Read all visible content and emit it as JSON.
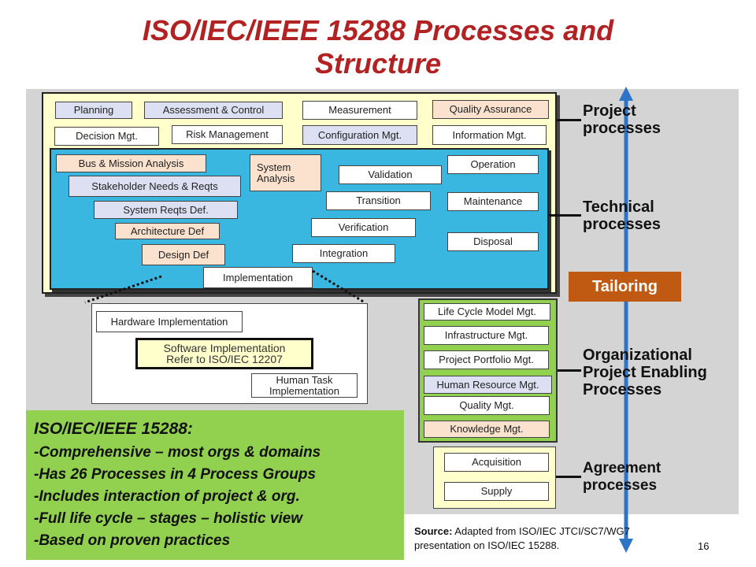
{
  "title": {
    "line1": "ISO/IEC/IEEE 15288 Processes and",
    "line2": "Structure"
  },
  "project": {
    "items": [
      "Planning",
      "Assessment & Control",
      "Measurement",
      "Quality Assurance",
      "Decision Mgt.",
      "Risk Management",
      "Configuration Mgt.",
      "Information Mgt."
    ]
  },
  "technical": {
    "items": [
      "Bus & Mission Analysis",
      "Stakeholder Needs & Reqts",
      "System Reqts Def.",
      "Architecture Def",
      "Design Def",
      "System\nAnalysis",
      "Validation",
      "Transition",
      "Verification",
      "Integration",
      "Implementation",
      "Operation",
      "Maintenance",
      "Disposal"
    ]
  },
  "implementation_detail": {
    "hardware": "Hardware Implementation",
    "software_line1": "Software Implementation",
    "software_line2": "Refer to ISO/IEC 12207",
    "human_line1": "Human Task",
    "human_line2": "Implementation"
  },
  "organizational": {
    "items": [
      "Life Cycle Model Mgt.",
      "Infrastructure Mgt.",
      "Project Portfolio Mgt.",
      "Human Resource Mgt.",
      "Quality Mgt.",
      "Knowledge Mgt."
    ]
  },
  "agreement": {
    "items": [
      "Acquisition",
      "Supply"
    ]
  },
  "group_labels": {
    "project": [
      "Project",
      "processes"
    ],
    "technical": [
      "Technical",
      "processes"
    ],
    "organizational": [
      "Organizational",
      "Project Enabling",
      "Processes"
    ],
    "agreement": [
      "Agreement",
      "processes"
    ]
  },
  "tailoring": "Tailoring",
  "summary": {
    "heading": "ISO/IEC/IEEE 15288:",
    "lines": [
      "-Comprehensive – most orgs & domains",
      "-Has 26 Processes in 4 Process Groups",
      "-Includes interaction of project & org.",
      "-Full life cycle – stages – holistic view",
      "-Based on proven practices"
    ]
  },
  "source": {
    "label": "Source:",
    "text1": " Adapted from ISO/IEC JTCI/SC7/WG7",
    "text2": "presentation on ISO/IEC 15288."
  },
  "page_number": "16",
  "colors": {
    "title": "#b22222",
    "tailoring": "#c05a12",
    "summary": "#92d050",
    "technical_bg": "#3ab7e0",
    "project_bg": "#ffffcc",
    "arrow": "#2e75c8"
  }
}
